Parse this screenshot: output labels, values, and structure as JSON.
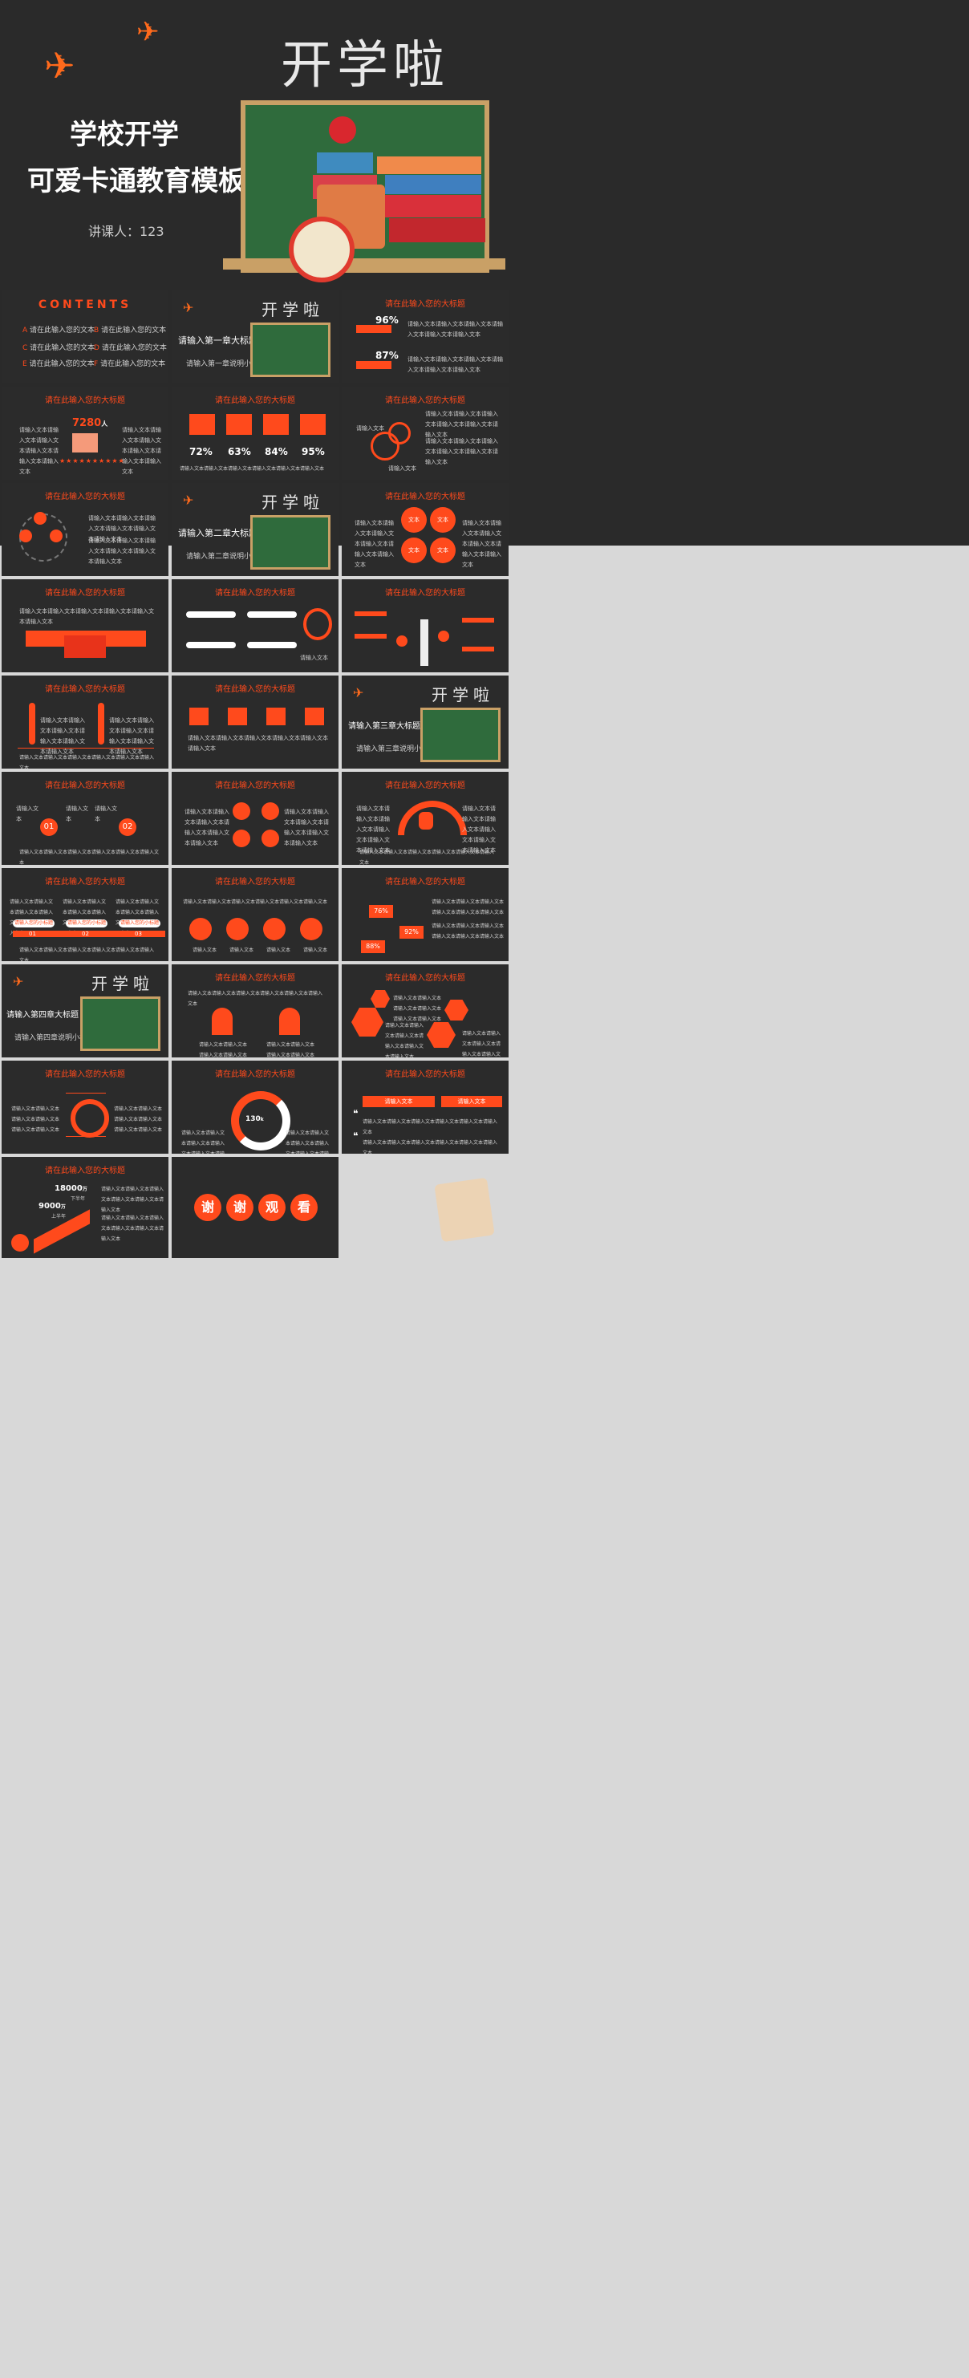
{
  "hero": {
    "chalk_title": "开学啦",
    "title_line1": "学校开学",
    "title_line2": "可爱卡通教育模板",
    "lecturer": "讲课人：123"
  },
  "common": {
    "slide_title": "请在此输入您的大标题",
    "chalk": "开学啦",
    "input_text": "请输入文本",
    "long_text": "请输入文本请输入文本请输入文本请输入文本请输入文本请输入文本"
  },
  "contents": {
    "heading": "CONTENTS",
    "items": [
      {
        "letter": "A",
        "text": "请在此输入您的文本"
      },
      {
        "letter": "B",
        "text": "请在此输入您的文本"
      },
      {
        "letter": "C",
        "text": "请在此输入您的文本"
      },
      {
        "letter": "D",
        "text": "请在此输入您的文本"
      },
      {
        "letter": "E",
        "text": "请在此输入您的文本"
      },
      {
        "letter": "F",
        "text": "请在此输入您的文本"
      }
    ]
  },
  "chapters": [
    {
      "title": "请输入第一章大标题",
      "sub": "请输入第一章说明小标题"
    },
    {
      "title": "请输入第二章大标题",
      "sub": "请输入第二章说明小标题"
    },
    {
      "title": "请输入第三章大标题",
      "sub": "请输入第三章说明小标题"
    },
    {
      "title": "请输入第四章大标题",
      "sub": "请输入第四章说明小标题"
    }
  ],
  "progress_slide": {
    "values": [
      "96%",
      "87%"
    ]
  },
  "stats_slide": {
    "count": "7280",
    "unit": "人"
  },
  "cards_slide": {
    "values": [
      "72%",
      "63%",
      "84%",
      "95%"
    ],
    "card_label": "请输入文本"
  },
  "circle_slide": {
    "labels": [
      "文本",
      "文本",
      "文本",
      "文本"
    ]
  },
  "badge_slide": {
    "values": [
      "01",
      "02"
    ]
  },
  "subtitle_slide": {
    "labels": [
      "请输入您的小标题",
      "请输入您的小标题",
      "请输入您的小标题"
    ],
    "nums": [
      "01",
      "02",
      "03"
    ]
  },
  "tags_slide": {
    "values": [
      "76%",
      "92%",
      "88%"
    ]
  },
  "donut_slide": {
    "value": "130",
    "unit": "k"
  },
  "growth_slide": {
    "v1": "18000",
    "u1": "万",
    "s1": "下半年",
    "v2": "9000",
    "u2": "万",
    "s2": "上半年"
  },
  "thanks": [
    "谢",
    "谢",
    "观",
    "看"
  ]
}
